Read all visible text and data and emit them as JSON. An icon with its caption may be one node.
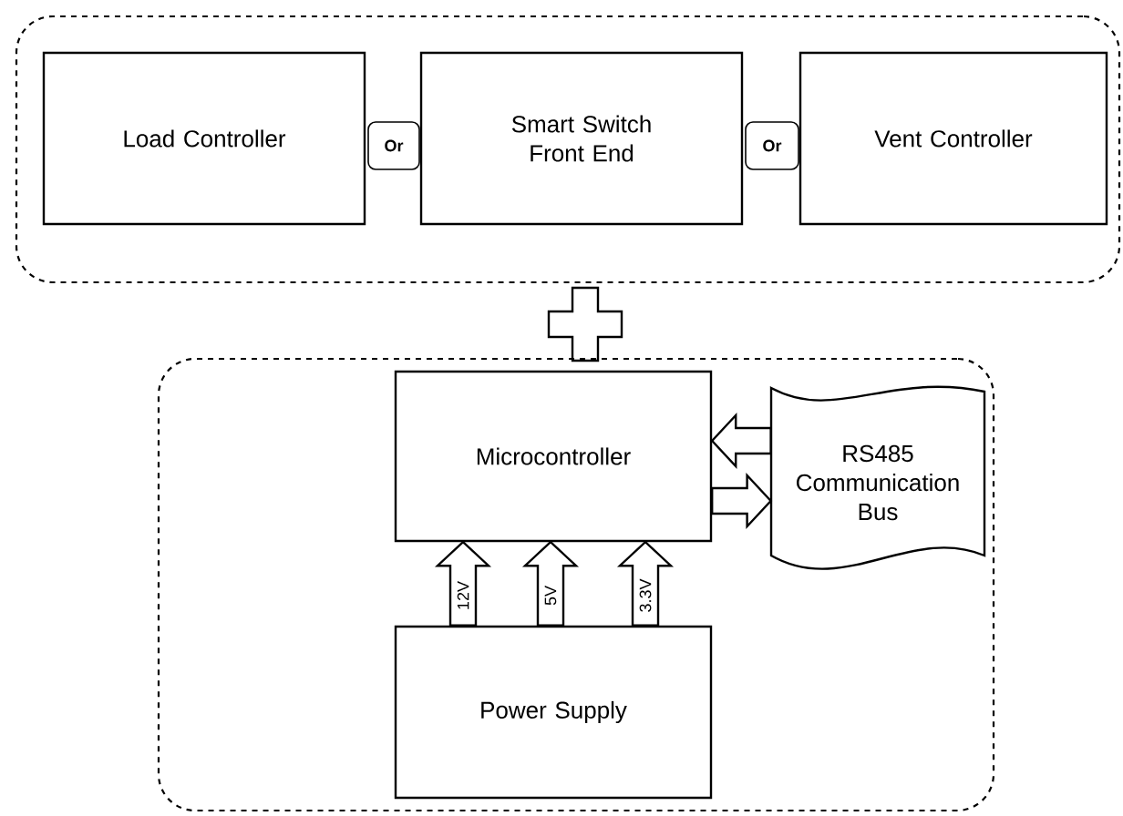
{
  "diagram": {
    "nodes": [
      {
        "text": [],
        "shape": "box"
      },
      {
        "text": [
          "Load Controller"
        ],
        "in": 0
      },
      {
        "text": [
          "Smart Switch Front End"
        ],
        "in": 0
      },
      {
        "text": [
          "Vent Controller"
        ],
        "in": 0
      },
      {
        "text": [
          "Or"
        ],
        "in": 0
      },
      {
        "text": [
          "Or"
        ],
        "in": 0
      },
      {
        "text": [],
        "shape": "box"
      },
      {
        "text": [
          "Microcontroller"
        ],
        "in": 6
      },
      {
        "text": [
          "Power Supply"
        ],
        "in": 6
      },
      {
        "text": [
          "RS485 Communication Bus"
        ],
        "in": 6
      }
    ],
    "edges": [
      {
        "from": 8,
        "to": 7,
        "arrow": "to",
        "label": "12V"
      },
      {
        "from": 8,
        "to": 7,
        "arrow": "to",
        "label": "5V"
      },
      {
        "from": 8,
        "to": 7,
        "arrow": "to",
        "label": "3.3V"
      },
      {
        "from": 9,
        "to": 7,
        "arrow": "to"
      },
      {
        "from": 7,
        "to": 9,
        "arrow": "to"
      }
    ]
  }
}
